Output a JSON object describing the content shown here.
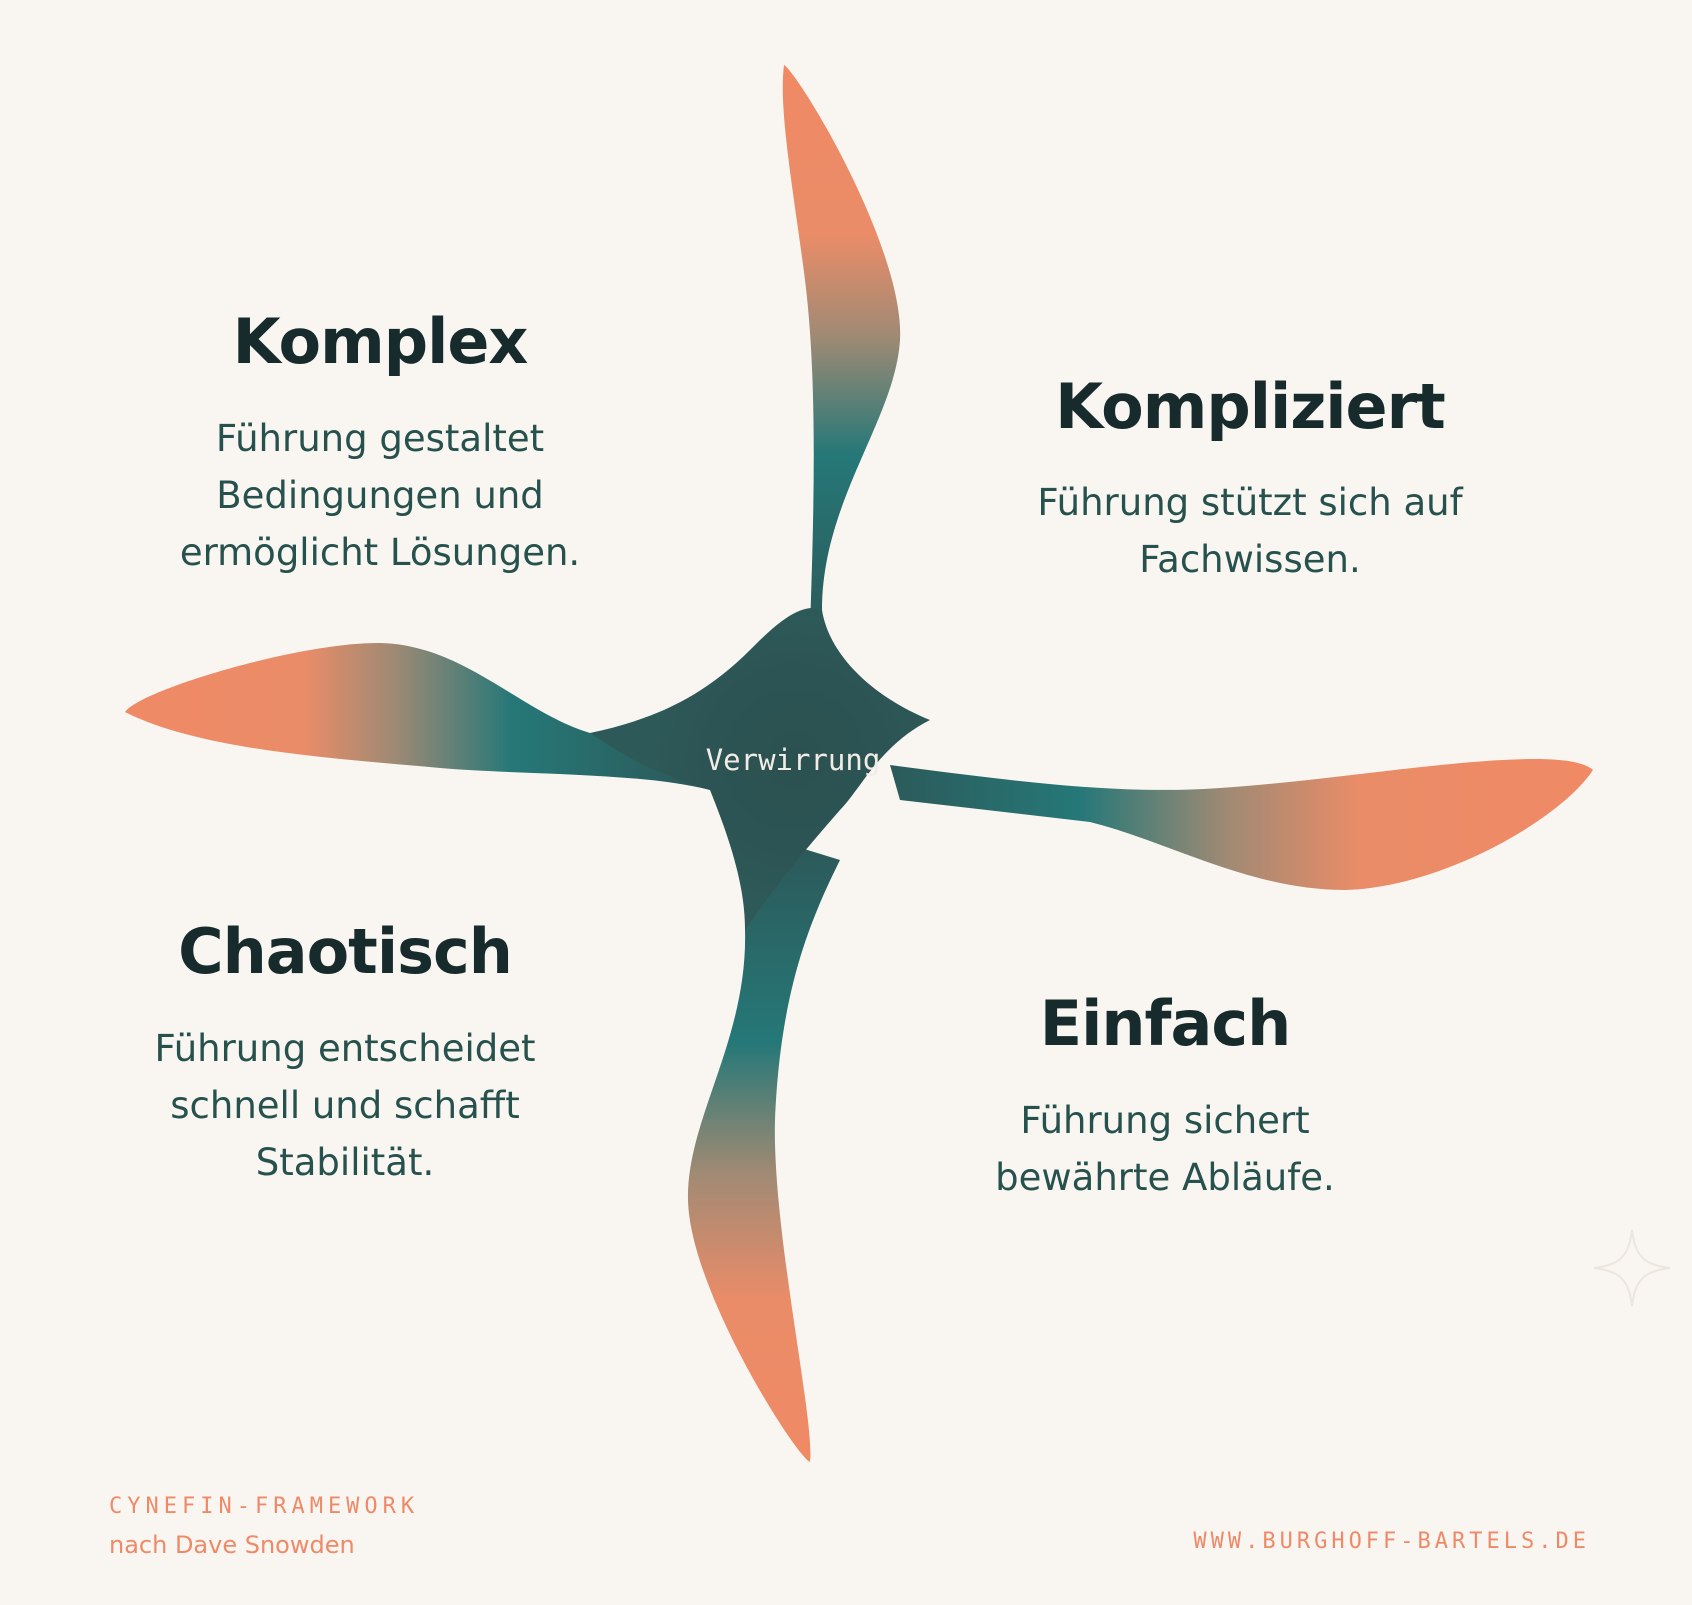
{
  "colors": {
    "background": "#f9f6f2",
    "coral": "#f08a65",
    "teal": "#267878",
    "dark_teal": "#2d5555",
    "title": "#172a2c",
    "body_text": "#27514d"
  },
  "center": {
    "label": "Verwirrung"
  },
  "quadrants": {
    "komplex": {
      "title": "Komplex",
      "lines": [
        "Führung gestaltet",
        "Bedingungen und",
        "ermöglicht Lösungen."
      ]
    },
    "kompliziert": {
      "title": "Kompliziert",
      "lines": [
        "Führung stützt sich auf",
        "Fachwissen."
      ]
    },
    "chaotisch": {
      "title": "Chaotisch",
      "lines": [
        "Führung entscheidet",
        "schnell und schafft",
        "Stabilität."
      ]
    },
    "einfach": {
      "title": "Einfach",
      "lines": [
        "Führung sichert",
        "bewährte Abläufe."
      ]
    }
  },
  "footer": {
    "title": "CYNEFIN-FRAMEWORK",
    "subtitle": "nach Dave Snowden",
    "website": "WWW.BURGHOFF-BARTELS.DE"
  },
  "icons": {
    "sparkle": "sparkle-icon"
  }
}
